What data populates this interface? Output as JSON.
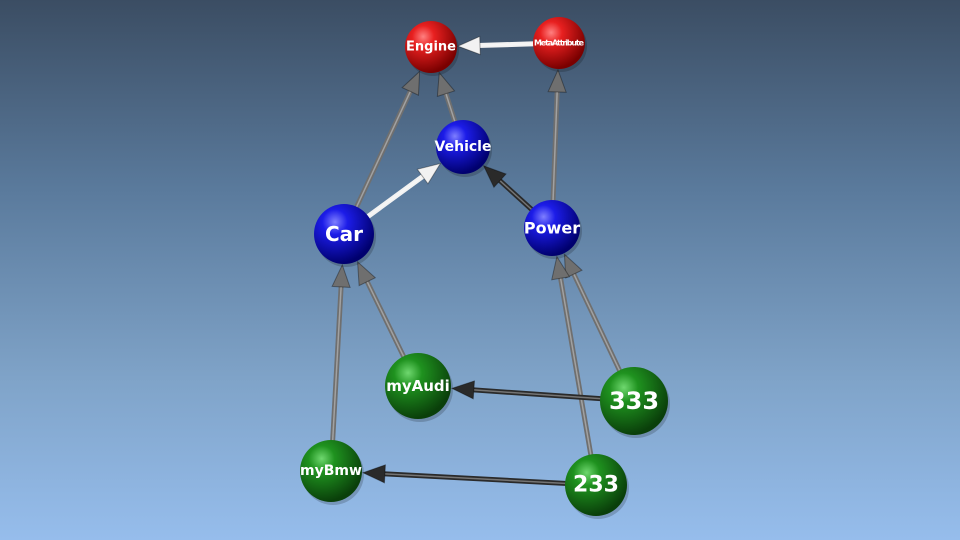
{
  "nodes": [
    {
      "id": "engine",
      "label": "Engine",
      "color": "red"
    },
    {
      "id": "meta",
      "label": "MetaAttribute",
      "color": "red"
    },
    {
      "id": "vehicle",
      "label": "Vehicle",
      "color": "blue"
    },
    {
      "id": "car",
      "label": "Car",
      "color": "blue"
    },
    {
      "id": "power",
      "label": "Power",
      "color": "blue"
    },
    {
      "id": "myaudi",
      "label": "myAudi",
      "color": "green"
    },
    {
      "id": "n333",
      "label": "333",
      "color": "green"
    },
    {
      "id": "mybmw",
      "label": "myBmw",
      "color": "green"
    },
    {
      "id": "n233",
      "label": "233",
      "color": "green"
    }
  ],
  "edges": [
    {
      "from": "meta",
      "to": "engine",
      "style": "white"
    },
    {
      "from": "car",
      "to": "engine",
      "style": "gray"
    },
    {
      "from": "vehicle",
      "to": "engine",
      "style": "gray"
    },
    {
      "from": "power",
      "to": "meta",
      "style": "gray"
    },
    {
      "from": "car",
      "to": "vehicle",
      "style": "white"
    },
    {
      "from": "power",
      "to": "vehicle",
      "style": "dark"
    },
    {
      "from": "myaudi",
      "to": "car",
      "style": "gray"
    },
    {
      "from": "mybmw",
      "to": "car",
      "style": "gray"
    },
    {
      "from": "n333",
      "to": "power",
      "style": "gray"
    },
    {
      "from": "n233",
      "to": "power",
      "style": "gray"
    },
    {
      "from": "n333",
      "to": "myaudi",
      "style": "dark"
    },
    {
      "from": "n233",
      "to": "mybmw",
      "style": "dark"
    }
  ],
  "colors": {
    "red": "#d41414",
    "blue": "#1a1ae0",
    "green": "#1c8a1c",
    "edge_gray": "#6f6f6f",
    "edge_white": "#f2f2f2",
    "edge_dark": "#2a2a2a"
  }
}
